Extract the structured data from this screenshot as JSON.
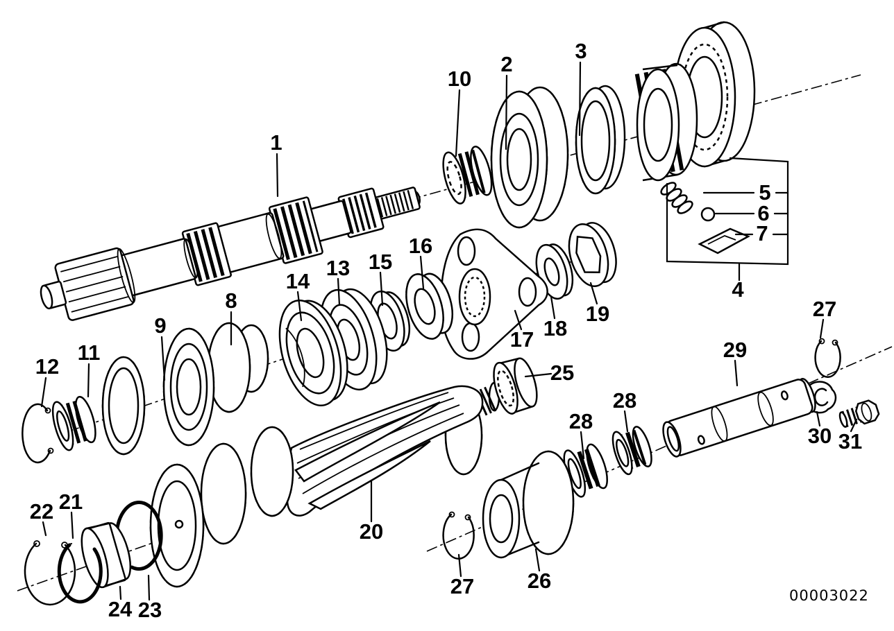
{
  "diagram": {
    "id_code": "00003022",
    "background_color": "#ffffff",
    "line_color": "#000000",
    "callouts": [
      "1",
      "2",
      "3",
      "4",
      "5",
      "6",
      "7",
      "8",
      "9",
      "10",
      "11",
      "12",
      "13",
      "14",
      "15",
      "16",
      "17",
      "18",
      "19",
      "20",
      "21",
      "22",
      "23",
      "24",
      "25",
      "26",
      "27",
      "27",
      "28",
      "28",
      "29",
      "30",
      "31"
    ]
  }
}
